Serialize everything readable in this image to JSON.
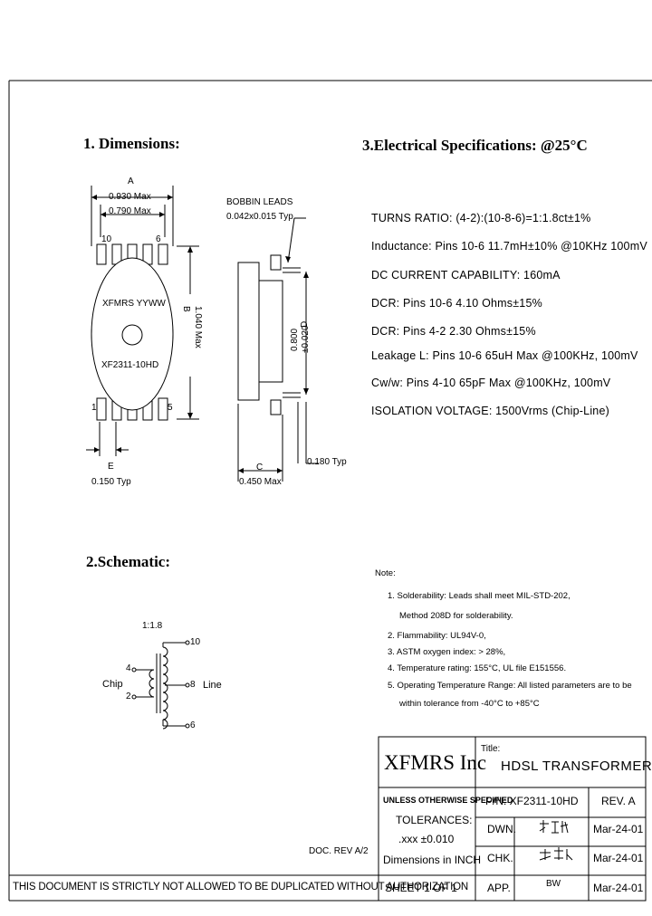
{
  "sections": {
    "dimensions": "1. Dimensions:",
    "electrical": "3.Electrical Specifications: @25°C",
    "schematic": "2.Schematic:"
  },
  "dimensions": {
    "A_label": "A",
    "A_max": "0.930 Max",
    "A_min": "0.790 Max",
    "pin10": "10",
    "pin6": "6",
    "pin1": "1",
    "pin5": "5",
    "marking_brand": "XFMRS YYWW",
    "marking_part": "XF2311-10HD",
    "B_label": "B",
    "B_value": "1.040 Max",
    "E_label": "E",
    "E_value": "0.150 Typ",
    "bobbin_leads": "BOBBIN LEADS",
    "lead_size": "0.042x0.015 Typ",
    "D_label": "D",
    "D_value1": "0.800",
    "D_value2": "±0.020",
    "C_label": "C",
    "C_value": "0.450 Max",
    "lead_len": "0.180 Typ"
  },
  "specs": [
    "TURNS RATIO: (4-2):(10-8-6)=1:1.8ct±1%",
    "Inductance: Pins 10-6 11.7mH±10% @10KHz 100mV",
    "DC CURRENT CAPABILITY: 160mA",
    "DCR: Pins 10-6 4.10 Ohms±15%",
    "DCR: Pins 4-2 2.30 Ohms±15%",
    "Leakage L: Pins 10-6 65uH Max @100KHz, 100mV",
    "Cw/w: Pins 4-10 65pF Max @100KHz, 100mV",
    "ISOLATION VOLTAGE: 1500Vrms (Chip-Line)"
  ],
  "schematic": {
    "ratio": "1:1.8",
    "chip": "Chip",
    "line": "Line",
    "p4": "4",
    "p2": "2",
    "p10": "10",
    "p8": "8",
    "p6": "6"
  },
  "notes": {
    "heading": "Note:",
    "items": [
      "1. Solderability: Leads shall meet MIL-STD-202,",
      "Method 208D for solderability.",
      "2. Flammability: UL94V-0,",
      "3. ASTM oxygen index: > 28%,",
      "4. Temperature rating: 155°C, UL file E151556.",
      "5. Operating Temperature Range: All listed parameters are to be",
      "within tolerance from -40°C to +85°C"
    ]
  },
  "doc_rev": "DOC. REV A/2",
  "title_block": {
    "company": "XFMRS Inc",
    "title_label": "Title:",
    "title": "HDSL TRANSFORMER",
    "unless": "UNLESS OTHERWISE SPECIFIED",
    "tolerances": "TOLERANCES:",
    "tol_value": ".xxx ±0.010",
    "dims_in": "Dimensions in INCH",
    "pn_label": "P/N: XF2311-10HD",
    "rev": "REV. A",
    "dwn": "DWN.",
    "chk": "CHK.",
    "app": "APP.",
    "app_sig": "BW",
    "date1": "Mar-24-01",
    "date2": "Mar-24-01",
    "date3": "Mar-24-01",
    "sheet": "SHEET 1 OF 1"
  },
  "footer": "THIS DOCUMENT IS STRICTLY NOT ALLOWED TO BE DUPLICATED WITHOUT AUTHORIZATION"
}
